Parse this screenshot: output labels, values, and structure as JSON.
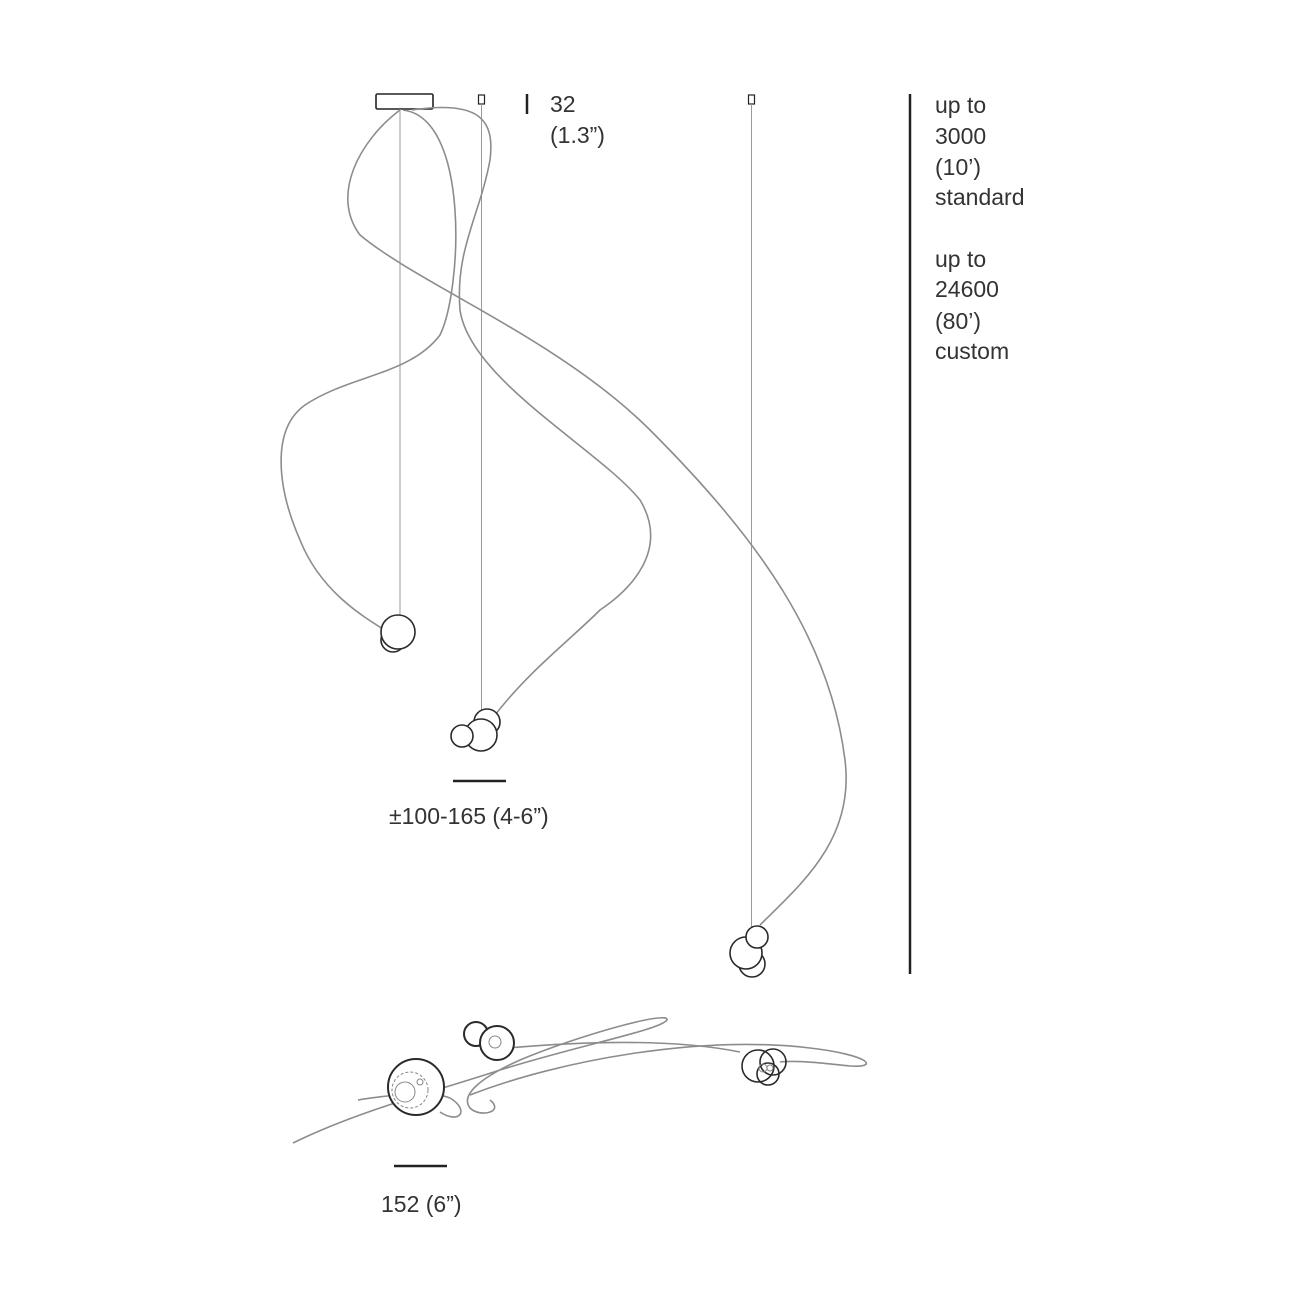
{
  "dimensions": {
    "canopy_height": {
      "value": "32",
      "imperial": "(1.3”)"
    },
    "drop_length": {
      "standard": [
        "up to",
        "3000",
        "(10’)",
        "standard"
      ],
      "custom": [
        "up to",
        "24600",
        "(80’)",
        "custom"
      ]
    },
    "pendant_spread": "±100-165 (4-6”)",
    "glass_diameter": "152 (6”)"
  }
}
